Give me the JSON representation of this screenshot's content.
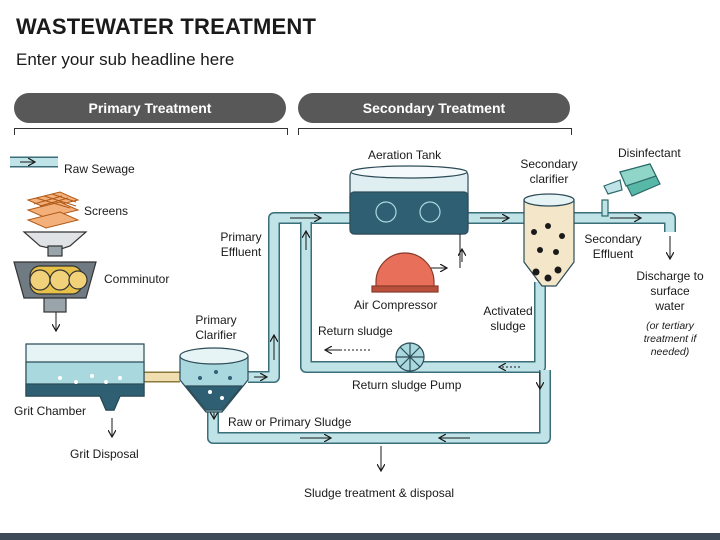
{
  "header": {
    "title": "WASTEWATER TREATMENT",
    "subtitle": "Enter your sub headline here"
  },
  "sections": [
    {
      "label": "Primary Treatment"
    },
    {
      "label": "Secondary Treatment"
    }
  ],
  "labels": {
    "raw_sewage": "Raw Sewage",
    "screens": "Screens",
    "comminutor": "Comminutor",
    "grit_chamber": "Grit Chamber",
    "grit_disposal": "Grit Disposal",
    "primary_clarifier": [
      "Primary",
      "Clarifier"
    ],
    "primary_effluent": [
      "Primary",
      "Effluent"
    ],
    "aeration_tank": "Aeration Tank",
    "air_compressor": "Air Compressor",
    "return_sludge": "Return sludge",
    "return_sludge_pump": "Return sludge Pump",
    "raw_or_primary_sludge": "Raw or Primary Sludge",
    "sludge_treatment": "Sludge treatment & disposal",
    "secondary_clarifier": [
      "Secondary",
      "clarifier"
    ],
    "activated_sludge": [
      "Activated",
      "sludge"
    ],
    "disinfectant": "Disinfectant",
    "secondary_effluent": [
      "Secondary",
      "Effluent"
    ],
    "discharge": [
      "Discharge to",
      "surface",
      "water"
    ],
    "tertiary_note": [
      "(or tertiary",
      "treatment if",
      "needed)"
    ]
  },
  "colors": {
    "pill": "#585858",
    "pipe": "#bfe3e6",
    "pipe_stroke": "#3a6e7a",
    "water": "#a9d9df",
    "dark_water": "#2e5f73",
    "compressor": "#e8705a",
    "screen": "#e07a2c",
    "comminutor": "#e7c14a"
  }
}
